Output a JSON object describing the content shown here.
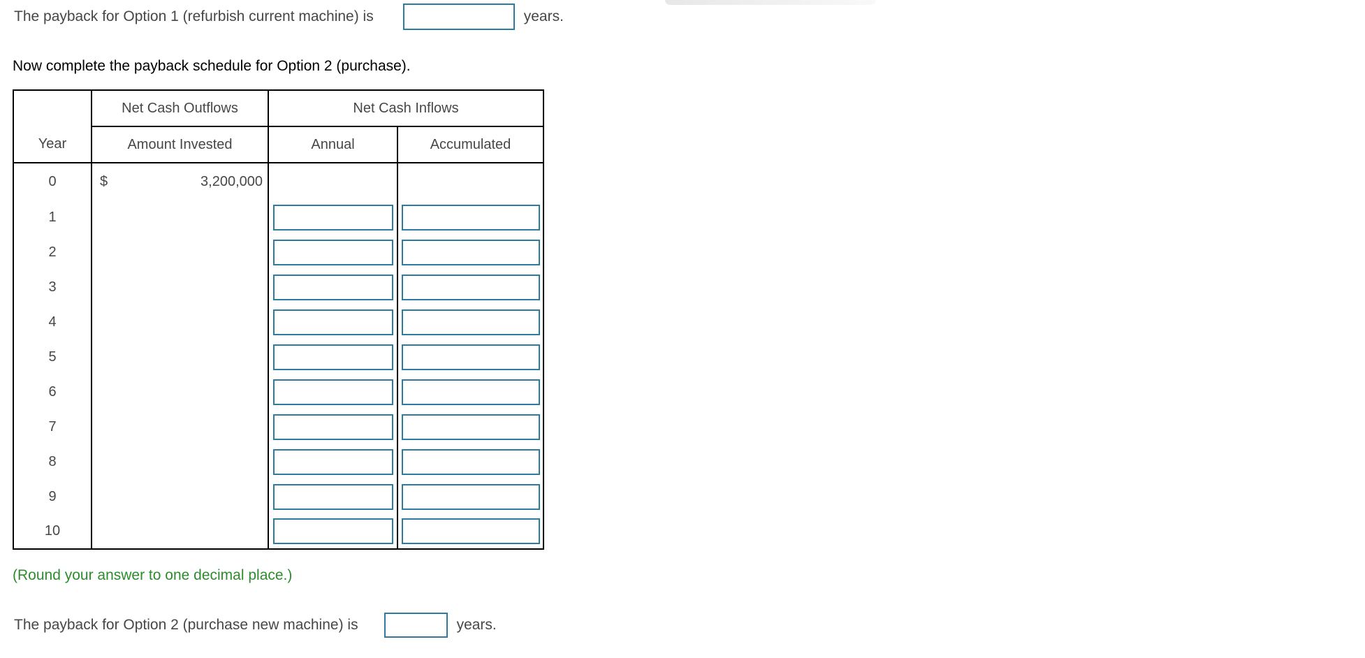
{
  "page": {
    "option1_line": {
      "prefix": "The payback for Option 1 (refurbish current machine) is",
      "input_value": "",
      "suffix": "years."
    },
    "instruction": "Now complete the payback schedule for Option 2 (purchase).",
    "round_note": "(Round your answer to one decimal place.)",
    "option2_line": {
      "prefix": "The payback for Option 2 (purchase new machine) is",
      "input_value": "",
      "suffix": "years."
    }
  },
  "table": {
    "group_headers": {
      "outflows": "Net Cash Outflows",
      "inflows": "Net Cash Inflows"
    },
    "column_headers": {
      "year": "Year",
      "amount_invested": "Amount Invested",
      "annual": "Annual",
      "accumulated": "Accumulated"
    },
    "rows": [
      {
        "year": "0",
        "currency_symbol": "$",
        "amount_invested": "3,200,000",
        "annual_input": null,
        "accumulated_input": null
      },
      {
        "year": "1",
        "currency_symbol": "",
        "amount_invested": "",
        "annual_input": "",
        "accumulated_input": ""
      },
      {
        "year": "2",
        "currency_symbol": "",
        "amount_invested": "",
        "annual_input": "",
        "accumulated_input": ""
      },
      {
        "year": "3",
        "currency_symbol": "",
        "amount_invested": "",
        "annual_input": "",
        "accumulated_input": ""
      },
      {
        "year": "4",
        "currency_symbol": "",
        "amount_invested": "",
        "annual_input": "",
        "accumulated_input": ""
      },
      {
        "year": "5",
        "currency_symbol": "",
        "amount_invested": "",
        "annual_input": "",
        "accumulated_input": ""
      },
      {
        "year": "6",
        "currency_symbol": "",
        "amount_invested": "",
        "annual_input": "",
        "accumulated_input": ""
      },
      {
        "year": "7",
        "currency_symbol": "",
        "amount_invested": "",
        "annual_input": "",
        "accumulated_input": ""
      },
      {
        "year": "8",
        "currency_symbol": "",
        "amount_invested": "",
        "annual_input": "",
        "accumulated_input": ""
      },
      {
        "year": "9",
        "currency_symbol": "",
        "amount_invested": "",
        "annual_input": "",
        "accumulated_input": ""
      },
      {
        "year": "10",
        "currency_symbol": "",
        "amount_invested": "",
        "annual_input": "",
        "accumulated_input": ""
      }
    ]
  },
  "colors": {
    "input_border": "#2e7ba0",
    "table_border": "#000000",
    "body_text": "#474747",
    "instruction_text": "#000000",
    "note_green": "#2e8b2e"
  }
}
